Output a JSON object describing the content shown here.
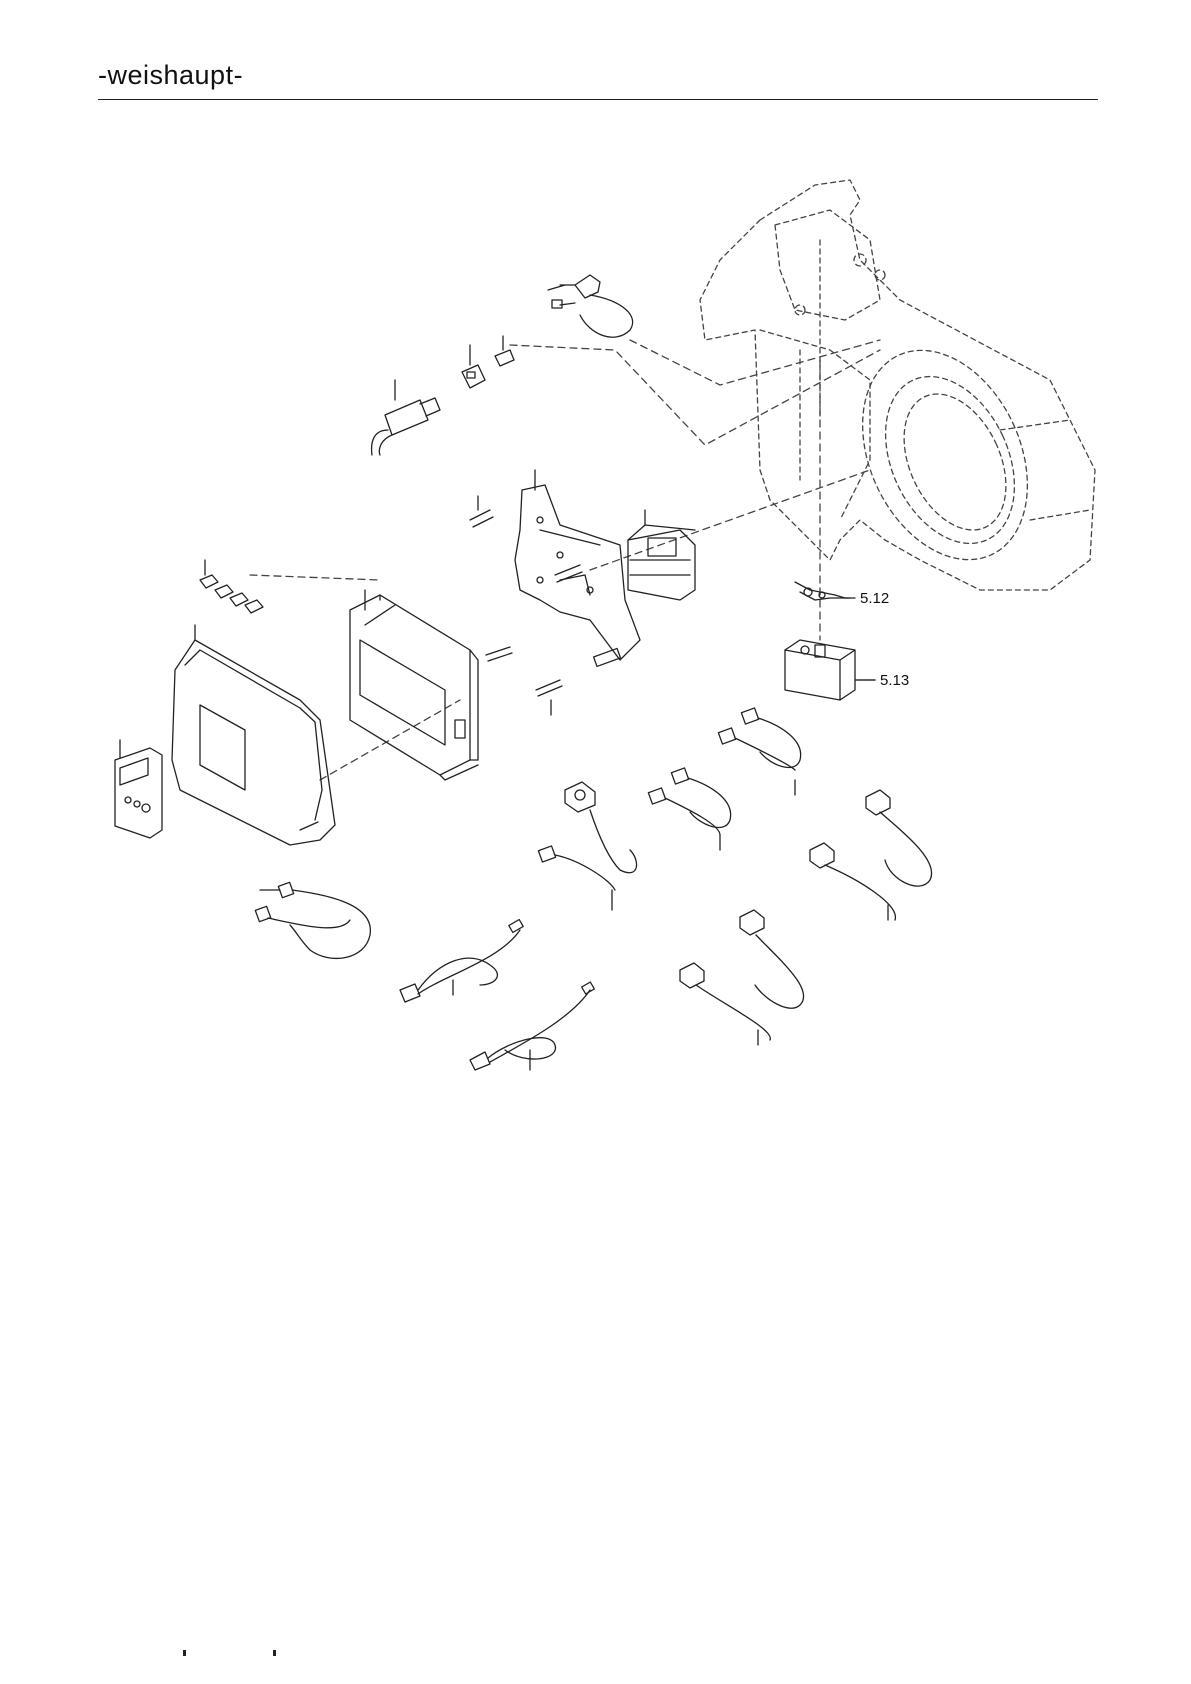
{
  "header": {
    "brand": "-weishaupt-"
  },
  "callouts": [
    {
      "id": "c512",
      "label": "5.12"
    },
    {
      "id": "c513",
      "label": "5.13"
    }
  ]
}
